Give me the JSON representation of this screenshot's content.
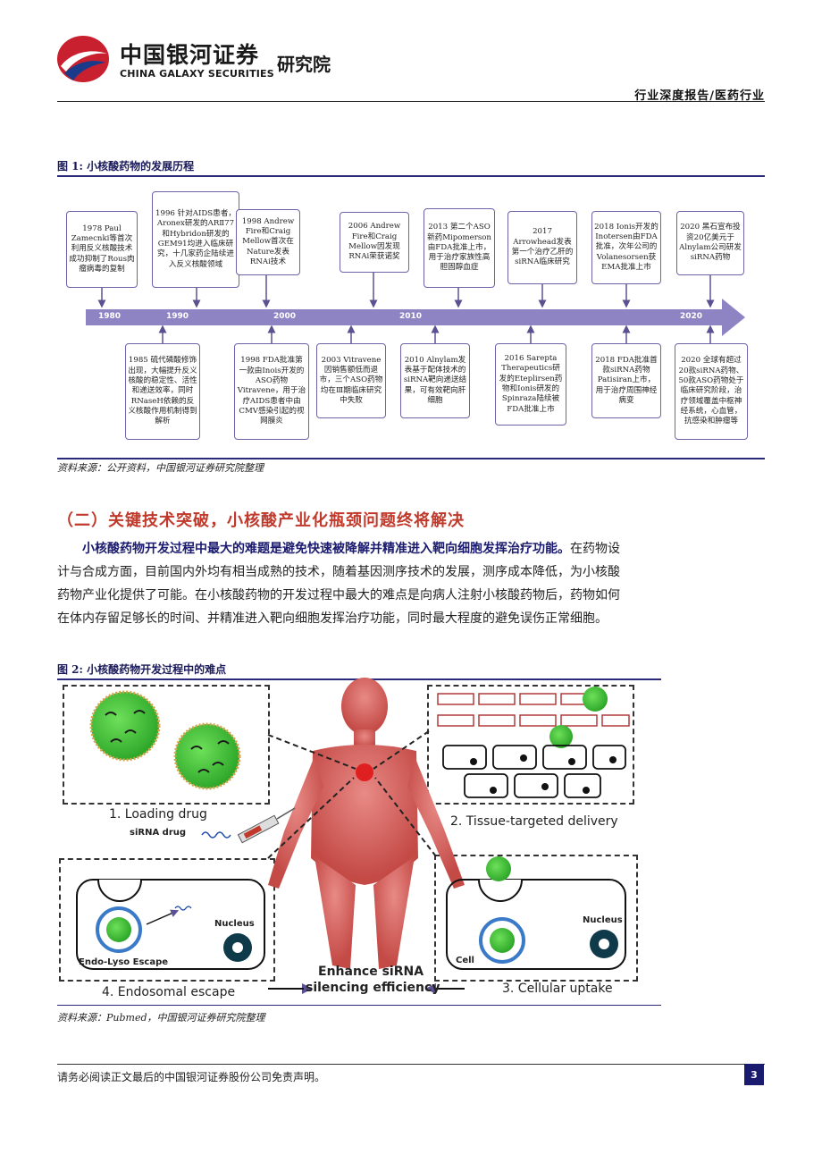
{
  "header": {
    "company_cn": "中国银河证券",
    "company_en": "CHINA GALAXY SECURITIES",
    "institute": "研究院",
    "report_type": "行业深度报告/医药行业"
  },
  "figure1": {
    "caption": "图 1:  小核酸药物的发展历程",
    "years": [
      "1980",
      "1990",
      "2000",
      "2010",
      "2020"
    ],
    "events_top": [
      "1978 Paul Zamecnki等首次利用反义核酸技术成功抑制了Rous肉瘤病毒的复制",
      "1996 针对AIDS患者，Aronex研发的ARⅡ77和Hybridon研发的GEM91均进入临床研究，十几家药企陆续进入反义核酸领域",
      "1998 Andrew Fire和Craig Mellow首次在Nature发表RNAi技术",
      "2006 Andrew Fire和Craig Mellow因发现RNAi荣获诺奖",
      "2013 第二个ASO新药Mipomerson由FDA批准上市，用于治疗家族性高胆固醇血症",
      "2017 Arrowhead发表第一个治疗乙肝的siRNA临床研究",
      "2018 Ionis开发的Inotersen由FDA批准，次年公司的Volanesorsen获EMA批准上市",
      "2020 黑石宣布投资20亿美元于Alnylam公司研发siRNA药物"
    ],
    "events_bottom": [
      "1985 硫代磷酸修饰出现，大幅提升反义核酸的稳定性、活性和递送效率，同时RNaseH依赖的反义核酸作用机制得到解析",
      "1998 FDA批准第一款由Inois开发的ASO药物Vitravene，用于治疗AIDS患者中由CMV感染引起的视网膜炎",
      "2003 Vitravene因销售额低而退市，三个ASO药物均在Ⅲ期临床研究中失败",
      "2010 Alnylam发表基于配体技术的siRNA靶向递送结果，可有效靶向肝细胞",
      "2016 Sarepta Therapeutics研发的Eteplirsen药物和Ionis研发的Spinraza陆续被FDA批准上市",
      "2018 FDA批准首款siRNA药物Patisiran上市，用于治疗周围神经病变",
      "2020 全球有超过20款siRNA药物、50款ASO药物处于临床研究阶段，治疗领域覆盖中枢神经系统，心血管，抗感染和肿瘤等"
    ],
    "source": "资料来源：公开资料，中国银河证券研究院整理"
  },
  "section": {
    "title": "（二）关键技术突破，小核酸产业化瓶颈问题终将解决",
    "lead_bold": "小核酸药物开发过程中最大的难题是避免快速被降解并精准进入靶向细胞发挥治疗功能。",
    "body": "在药物设计与合成方面，目前国内外均有相当成熟的技术，随着基因测序技术的发展，测序成本降低，为小核酸药物产业化提供了可能。在小核酸药物的开发过程中最大的难点是向病人注射小核酸药物后，药物如何在体内存留足够长的时间、并精准进入靶向细胞发挥治疗功能，同时最大程度的避免误伤正常细胞。"
  },
  "figure2": {
    "caption": "图 2:  小核酸药物开发过程中的难点",
    "step1": "1. Loading  drug",
    "sirna_drug": "siRNA drug",
    "step2": "2. Tissue-targeted delivery",
    "step3": "3. Cellular uptake",
    "step4": "4. Endosomal escape",
    "nucleus1": "Nucleus",
    "nucleus2": "Nucleus",
    "endo_lyso": "Endo-Lyso Escape",
    "cell": "Cell",
    "center_text_1": "Enhance siRNA",
    "center_text_2": "silencing efficiency",
    "source": "资料来源：Pubmed，中国银河证券研究院整理"
  },
  "footer": {
    "disclaimer": "请务必阅读正文最后的中国银河证券股份公司免责声明。",
    "page": "3"
  }
}
